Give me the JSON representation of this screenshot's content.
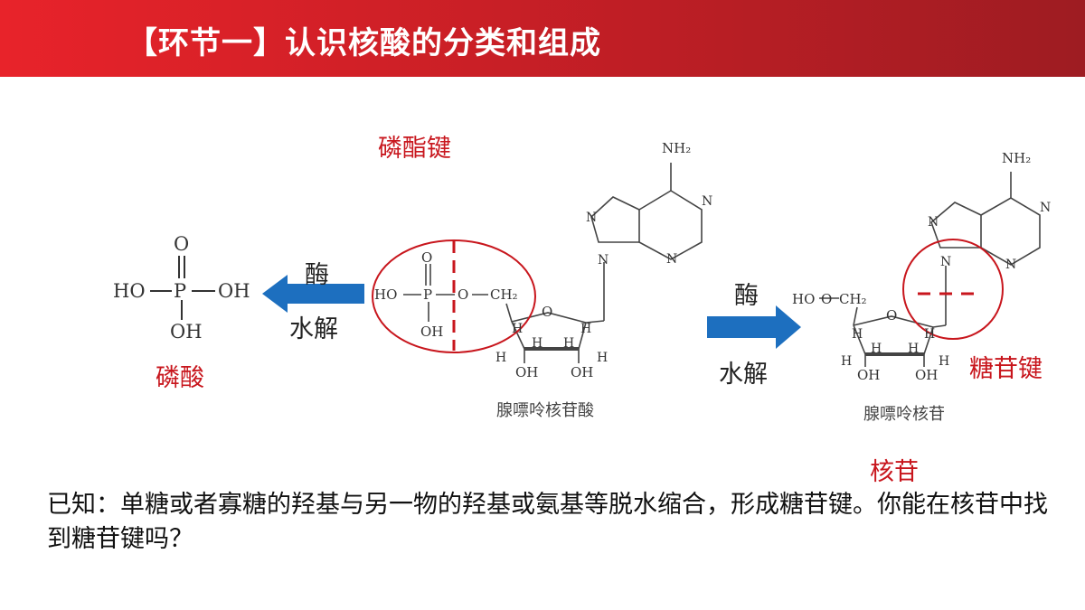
{
  "header": {
    "title": "【环节一】认识核酸的分类和组成"
  },
  "figure": {
    "phosphodiester_bond_label": "磷酯键",
    "phosphoric_acid_label": "磷酸",
    "enzyme_left": "酶",
    "hydrolysis_left": "水解",
    "enzyme_right": "酶",
    "hydrolysis_right": "水解",
    "glycosidic_bond_label": "糖苷键",
    "nucleoside_label": "核苷",
    "amp_caption": "腺嘌呤核苷酸",
    "adenosine_caption": "腺嘌呤核苷",
    "chem": {
      "O": "O",
      "P": "P",
      "HO": "HO",
      "OH": "OH",
      "H": "H",
      "CH2": "CH₂",
      "N": "N",
      "NH2": "NH₂"
    }
  },
  "body": {
    "text": "已知：单糖或者寡糖的羟基与另一物的羟基或氨基等脱水缩合，形成糖苷键。你能在核苷中找到糖苷键吗？"
  },
  "colors": {
    "accent_red": "#c8161d",
    "arrow_blue": "#1d6fbf",
    "header_red": "#d9232a"
  }
}
